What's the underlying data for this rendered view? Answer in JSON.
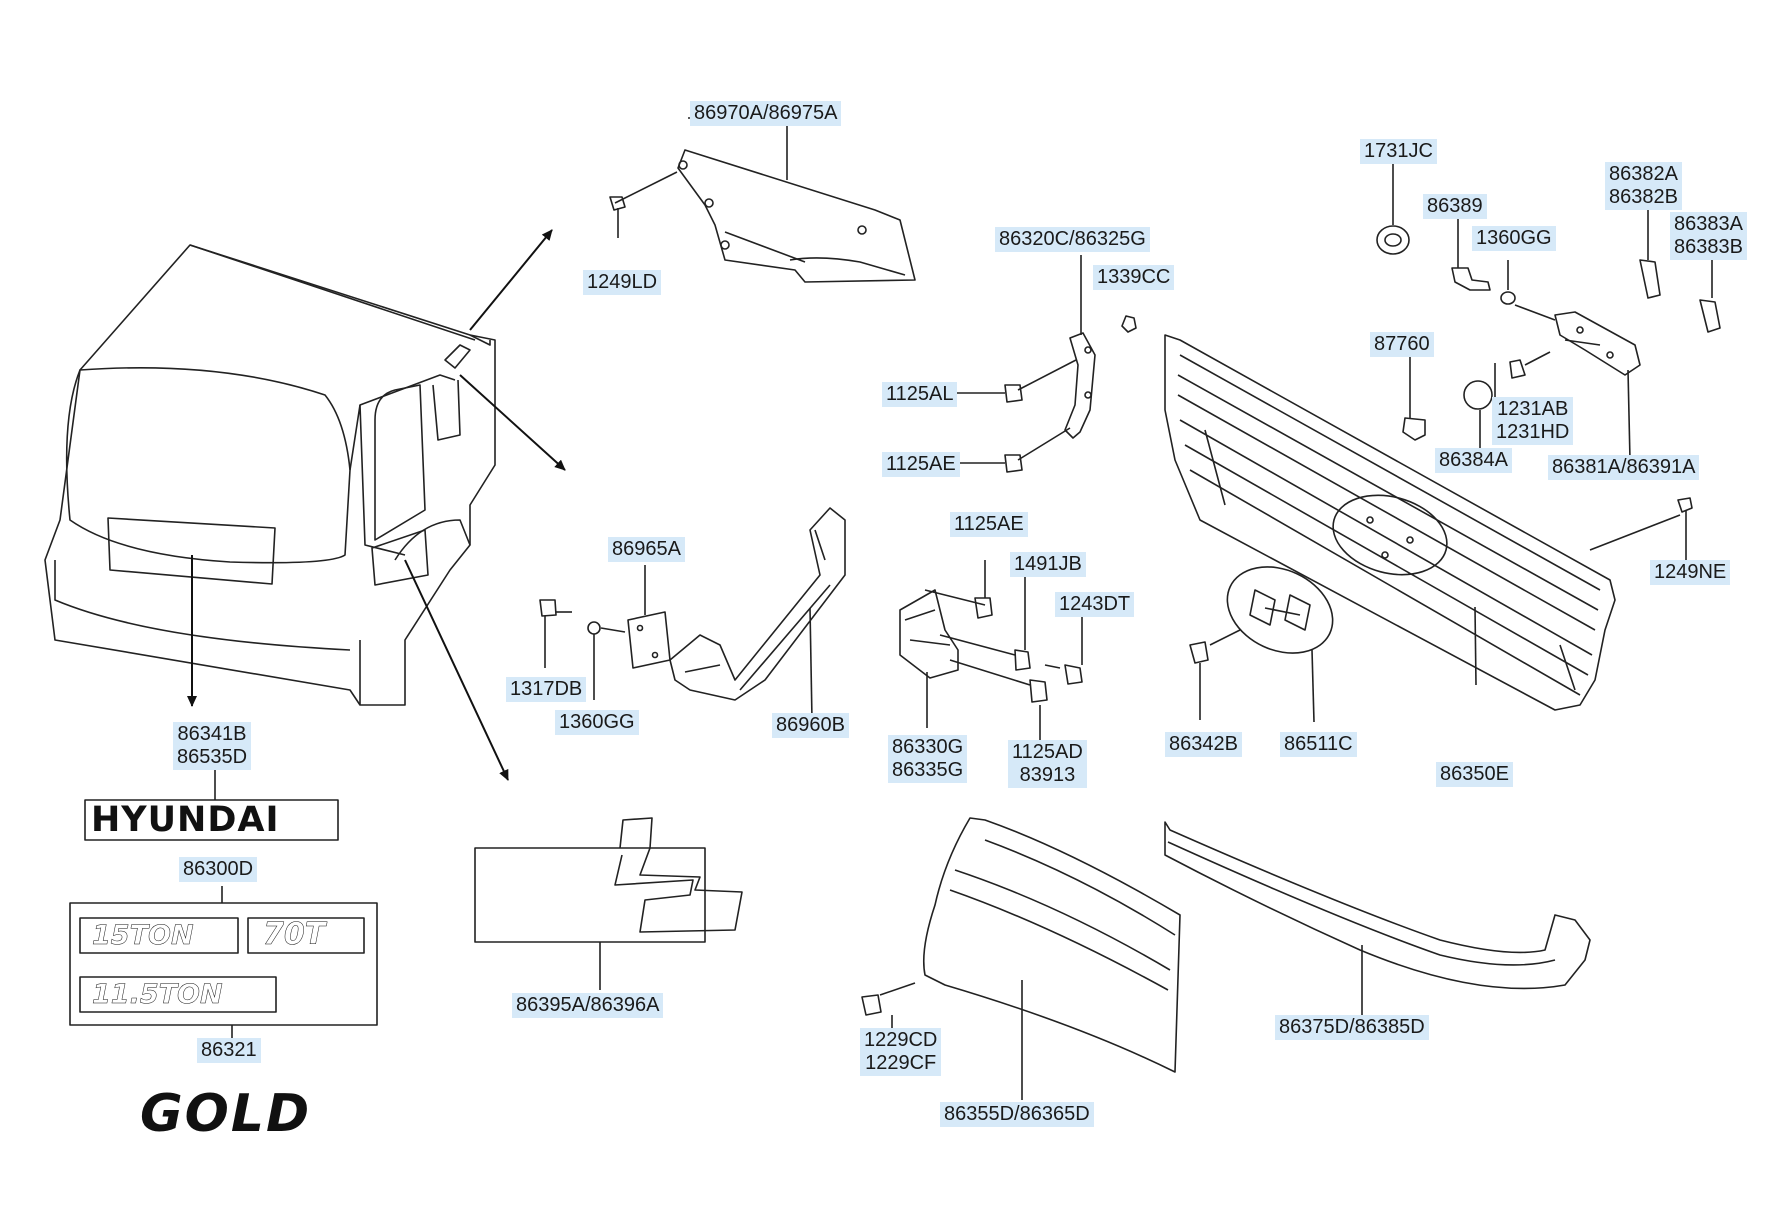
{
  "labels": [
    {
      "id": "86970A",
      "lines": [
        "86970A/86975A"
      ]
    },
    {
      "id": "1249LD",
      "lines": [
        "1249LD"
      ]
    },
    {
      "id": "86320C",
      "lines": [
        "86320C/86325G"
      ]
    },
    {
      "id": "1339CC",
      "lines": [
        "1339CC"
      ]
    },
    {
      "id": "1125AL",
      "lines": [
        "1125AL"
      ]
    },
    {
      "id": "1125AE-a",
      "lines": [
        "1125AE"
      ]
    },
    {
      "id": "1731JC",
      "lines": [
        "1731JC"
      ]
    },
    {
      "id": "86389",
      "lines": [
        "86389"
      ]
    },
    {
      "id": "1360GG-a",
      "lines": [
        "1360GG"
      ]
    },
    {
      "id": "86382A",
      "lines": [
        "86382A",
        "86382B"
      ]
    },
    {
      "id": "86383A",
      "lines": [
        "86383A",
        "86383B"
      ]
    },
    {
      "id": "87760",
      "lines": [
        "87760"
      ]
    },
    {
      "id": "1231AB",
      "lines": [
        "1231AB",
        "1231HD"
      ]
    },
    {
      "id": "86384A",
      "lines": [
        "86384A"
      ]
    },
    {
      "id": "86381A",
      "lines": [
        "86381A/86391A"
      ]
    },
    {
      "id": "1249NE",
      "lines": [
        "1249NE"
      ]
    },
    {
      "id": "86965A",
      "lines": [
        "86965A"
      ]
    },
    {
      "id": "1317DB",
      "lines": [
        "1317DB"
      ]
    },
    {
      "id": "1360GG-b",
      "lines": [
        "1360GG"
      ]
    },
    {
      "id": "86960B",
      "lines": [
        "86960B"
      ]
    },
    {
      "id": "1125AE-b",
      "lines": [
        "1125AE"
      ]
    },
    {
      "id": "1491JB",
      "lines": [
        "1491JB"
      ]
    },
    {
      "id": "1243DT",
      "lines": [
        "1243DT"
      ]
    },
    {
      "id": "86330G",
      "lines": [
        "86330G",
        "86335G"
      ]
    },
    {
      "id": "1125AD",
      "lines": [
        "1125AD",
        "83913"
      ]
    },
    {
      "id": "86342B",
      "lines": [
        "86342B"
      ]
    },
    {
      "id": "86511C",
      "lines": [
        "86511C"
      ]
    },
    {
      "id": "86350E",
      "lines": [
        "86350E"
      ]
    },
    {
      "id": "86341B",
      "lines": [
        "86341B",
        "86535D"
      ]
    },
    {
      "id": "86300D",
      "lines": [
        "86300D"
      ]
    },
    {
      "id": "86321",
      "lines": [
        "86321"
      ]
    },
    {
      "id": "86395A",
      "lines": [
        "86395A/86396A"
      ]
    },
    {
      "id": "1229CD",
      "lines": [
        "1229CD",
        "1229CF"
      ]
    },
    {
      "id": "86355D",
      "lines": [
        "86355D/86365D"
      ]
    },
    {
      "id": "86375D",
      "lines": [
        "86375D/86385D"
      ]
    }
  ],
  "badges": {
    "hyundai": "HYUNDAI",
    "ton15": "15TON",
    "t70": "70T",
    "ton115": "11.5TON",
    "gold": "GOLD"
  }
}
